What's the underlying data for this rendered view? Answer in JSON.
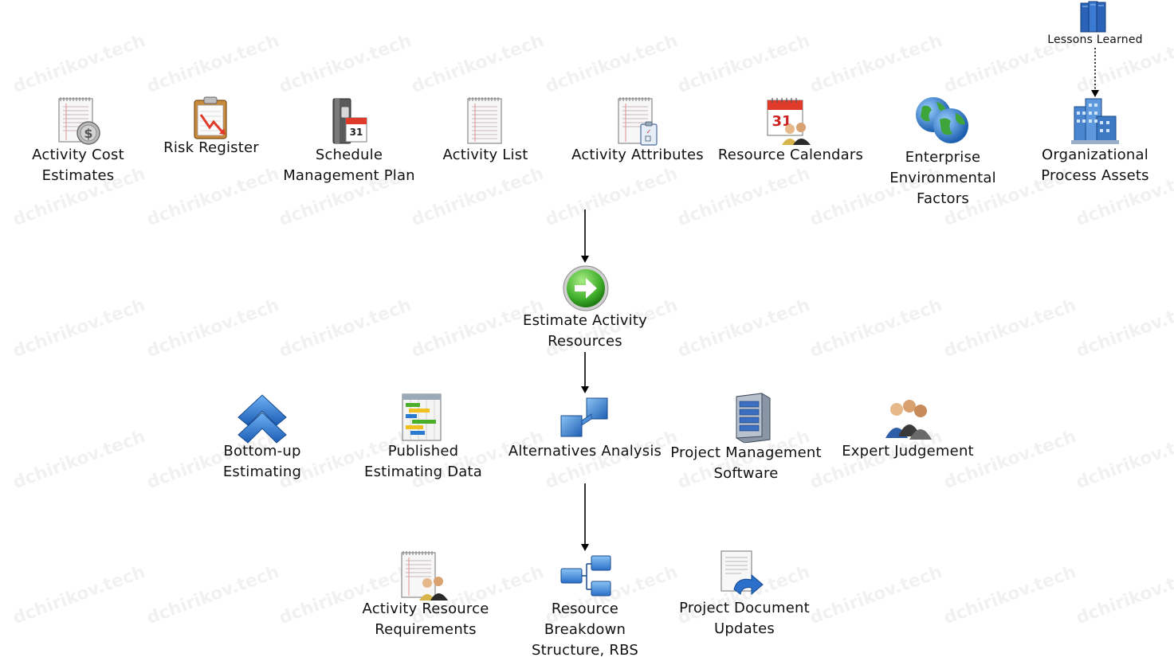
{
  "watermark": "dchirikov.tech",
  "inputs": {
    "activity_cost_estimates": [
      "Activity Cost",
      "Estimates"
    ],
    "risk_register": [
      "Risk Register"
    ],
    "schedule_management_plan": [
      "Schedule",
      "Management Plan"
    ],
    "activity_list": [
      "Activity List"
    ],
    "activity_attributes": [
      "Activity Attributes"
    ],
    "resource_calendars": [
      "Resource Calendars"
    ],
    "enterprise_environmental_factors": [
      "Enterprise",
      "Environmental",
      "Factors"
    ],
    "organizational_process_assets": [
      "Organizational",
      "Process Assets"
    ],
    "lessons_learned": "Lessons Learned"
  },
  "process": {
    "name": [
      "Estimate Activity",
      "Resources"
    ]
  },
  "tools": {
    "bottom_up_estimating": [
      "Bottom-up",
      "Estimating"
    ],
    "published_estimating_data": [
      "Published",
      "Estimating Data"
    ],
    "alternatives_analysis": [
      "Alternatives Analysis"
    ],
    "project_management_software": [
      "Project Management",
      "Software"
    ],
    "expert_judgement": [
      "Expert Judgement"
    ]
  },
  "outputs": {
    "activity_resource_requirements": [
      "Activity Resource",
      "Requirements"
    ],
    "resource_breakdown_structure": [
      "Resource",
      "Breakdown",
      "Structure, RBS"
    ],
    "project_document_updates": [
      "Project Document",
      "Updates"
    ]
  },
  "icons": {
    "activity_cost_estimates": "document-dollar-icon",
    "risk_register": "clipboard-chart-icon",
    "schedule_management_plan": "binder-calendar-icon",
    "activity_list": "document-icon",
    "activity_attributes": "document-checklist-icon",
    "resource_calendars": "calendar-people-icon",
    "enterprise_environmental_factors": "globes-icon",
    "organizational_process_assets": "office-buildings-icon",
    "lessons_learned": "books-icon",
    "process": "green-arrow-button-icon",
    "bottom_up_estimating": "double-chevron-up-icon",
    "published_estimating_data": "gantt-chart-icon",
    "alternatives_analysis": "linked-squares-icon",
    "project_management_software": "server-icon",
    "expert_judgement": "people-icon",
    "activity_resource_requirements": "document-people-icon",
    "resource_breakdown_structure": "hierarchy-icon",
    "project_document_updates": "document-update-icon"
  },
  "colors": {
    "arrow": "#000000",
    "process_green": "#3fae2a",
    "icon_blue": "#2a6fc9"
  }
}
